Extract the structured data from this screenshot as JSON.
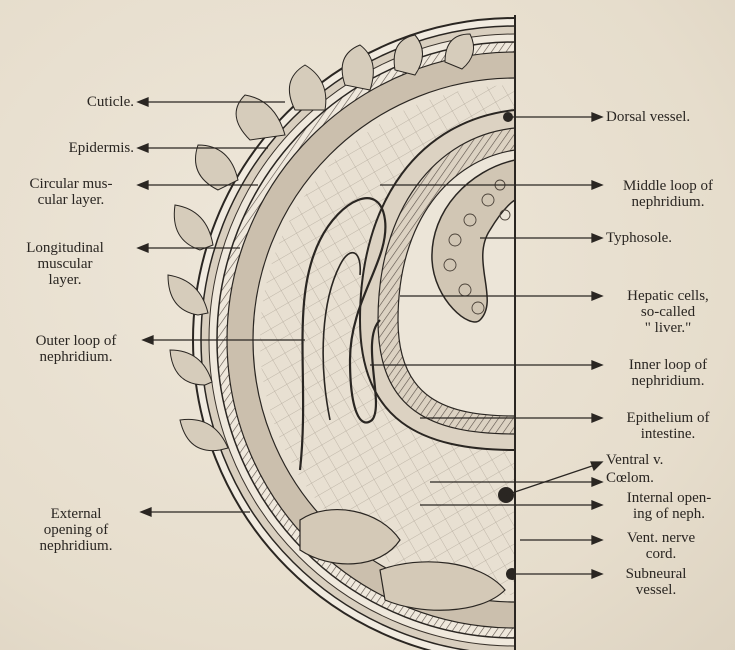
{
  "labels": {
    "cuticle": "Cuticle.",
    "epidermis": "Epidermis.",
    "circular_muscular_layer": "Circular mus-\ncular layer.",
    "longitudinal_muscular_layer": "Longitudinal\nmuscular\nlayer.",
    "outer_loop_nephridium": "Outer loop of\nnephridium.",
    "external_opening_nephridium": "External\nopening of\nnephridium.",
    "dorsal_vessel": "Dorsal vessel.",
    "middle_loop_nephridium": "Middle loop of\nnephridium.",
    "typhosole": "Typhosole.",
    "hepatic_cells": "Hepatic cells,\nso-called\n\" liver.\"",
    "inner_loop_nephridium": "Inner loop of\nnephridium.",
    "epithelium_intestine": "Epithelium of\nintestine.",
    "ventral_vessel": "Ventral v.",
    "coelom": "Cœlom.",
    "internal_opening": "Internal open-\ning of neph.",
    "ventral_nerve_cord": "Vent. nerve\ncord.",
    "subneural_vessel": "Subneural\nvessel."
  }
}
